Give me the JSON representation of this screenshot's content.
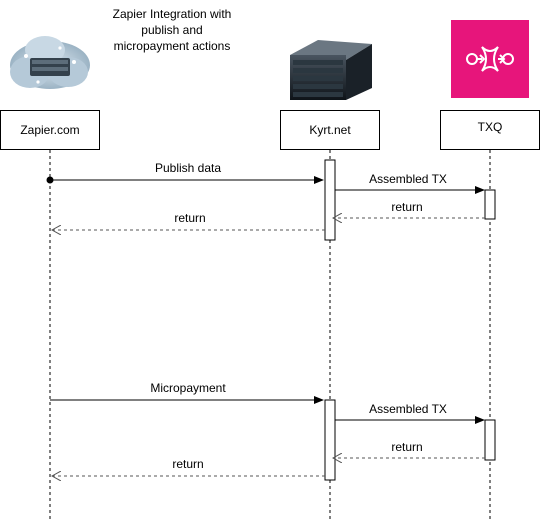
{
  "title_lines": [
    "Zapier Integration with",
    "publish and",
    "micropayment actions"
  ],
  "participants": [
    {
      "name": "Zapier.com",
      "icon": "cloud-server-icon"
    },
    {
      "name": "Kyrt.net",
      "icon": "server-rack-icon"
    },
    {
      "name": "TXQ",
      "icon": "queue-service-icon"
    }
  ],
  "messages": [
    {
      "label": "Publish data",
      "from": "Zapier.com",
      "to": "Kyrt.net",
      "style": "solid"
    },
    {
      "label": "Assembled TX",
      "from": "Kyrt.net",
      "to": "TXQ",
      "style": "solid"
    },
    {
      "label": "return",
      "from": "TXQ",
      "to": "Kyrt.net",
      "style": "dashed"
    },
    {
      "label": "return",
      "from": "Kyrt.net",
      "to": "Zapier.com",
      "style": "dashed"
    },
    {
      "label": "Micropayment",
      "from": "Zapier.com",
      "to": "Kyrt.net",
      "style": "solid"
    },
    {
      "label": "Assembled TX",
      "from": "Kyrt.net",
      "to": "TXQ",
      "style": "solid"
    },
    {
      "label": "return",
      "from": "TXQ",
      "to": "Kyrt.net",
      "style": "dashed"
    },
    {
      "label": "return",
      "from": "Kyrt.net",
      "to": "Zapier.com",
      "style": "dashed"
    }
  ],
  "colors": {
    "txq_icon": "#e7157b",
    "line": "#000000",
    "dashed": "#555555"
  }
}
